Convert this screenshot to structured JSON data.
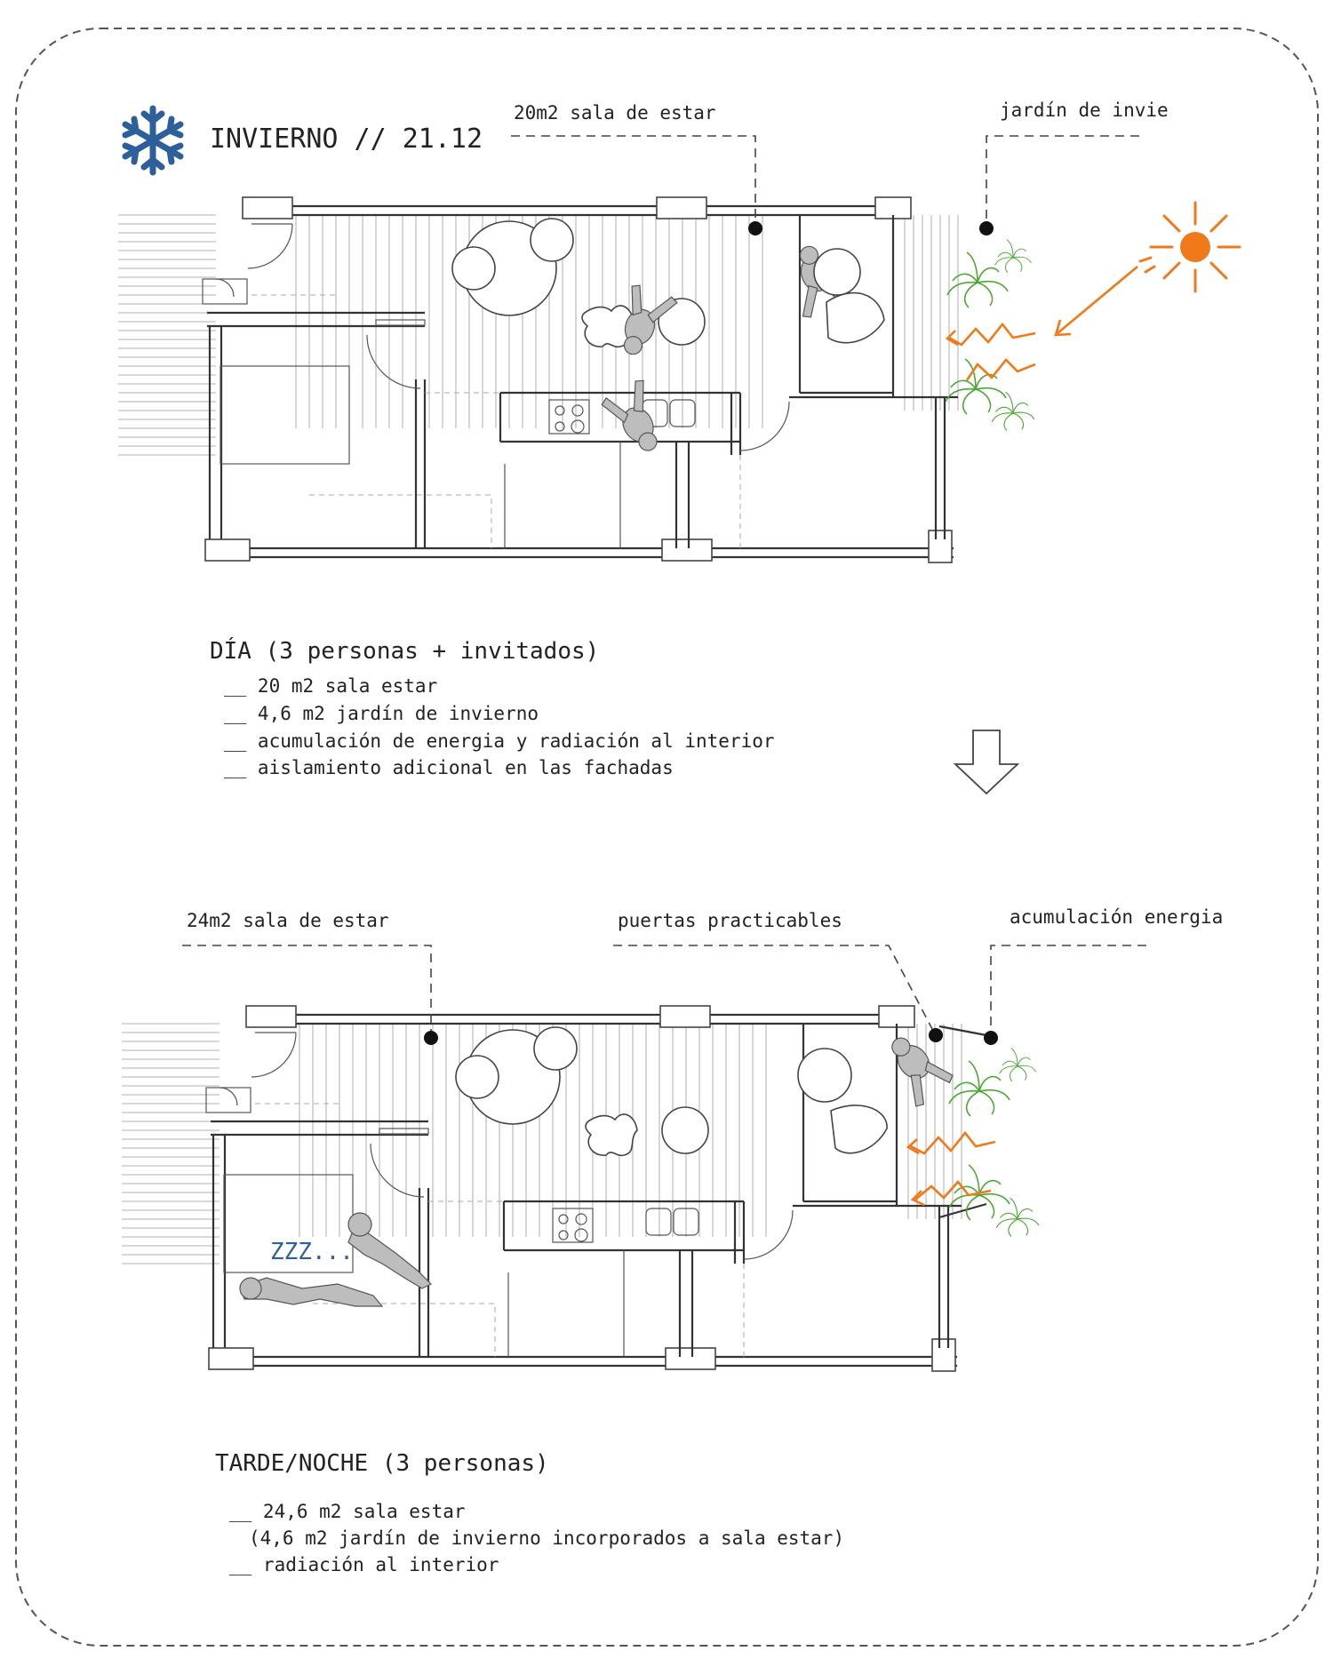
{
  "colors": {
    "snowflake": "#2d5f9a",
    "sun": "#f07a1a",
    "heat_arrows": "#f07a1a",
    "plants": "#4aa832",
    "zzz": "#2d5f9a",
    "border": "#555555"
  },
  "icons": {
    "season": "snowflake-icon",
    "sun": "sun-icon",
    "transition": "down-arrow-icon"
  },
  "header": {
    "title": "INVIERNO // 21.12"
  },
  "plan_day": {
    "label_living": "20m2 sala de estar",
    "label_garden": "jardín de invie",
    "heading": "DÍA  (3 personas + invitados)",
    "notes": [
      "__ 20 m2 sala estar",
      "__ 4,6 m2 jardín de invierno",
      "__ acumulación de energia y radiación al interior",
      "__ aislamiento adicional en las fachadas"
    ]
  },
  "plan_night": {
    "label_living": "24m2 sala de estar",
    "label_doors": "puertas practicables",
    "label_energy": "acumulación energia",
    "sleep_text": "ZZZ...",
    "heading": "TARDE/NOCHE  (3 personas)",
    "notes": [
      "__ 24,6 m2 sala estar",
      "(4,6 m2 jardín de invierno incorporados a sala estar)",
      "__ radiación al interior"
    ]
  }
}
